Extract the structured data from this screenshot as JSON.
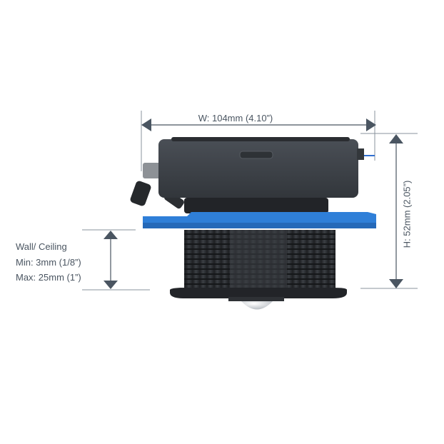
{
  "dimensions": {
    "width_label": "W: 104mm (4.10”)",
    "height_label": "H: 52mm (2.05”)",
    "wall": {
      "title": "Wall/ Ceiling",
      "min": "Min: 3mm (1/8”)",
      "max": "Max: 25mm (1”)"
    }
  },
  "colors": {
    "dimension": "#4a5561",
    "housing": "#3c4148",
    "flange": "#2f7fd8",
    "thread": "#2a2d31"
  }
}
